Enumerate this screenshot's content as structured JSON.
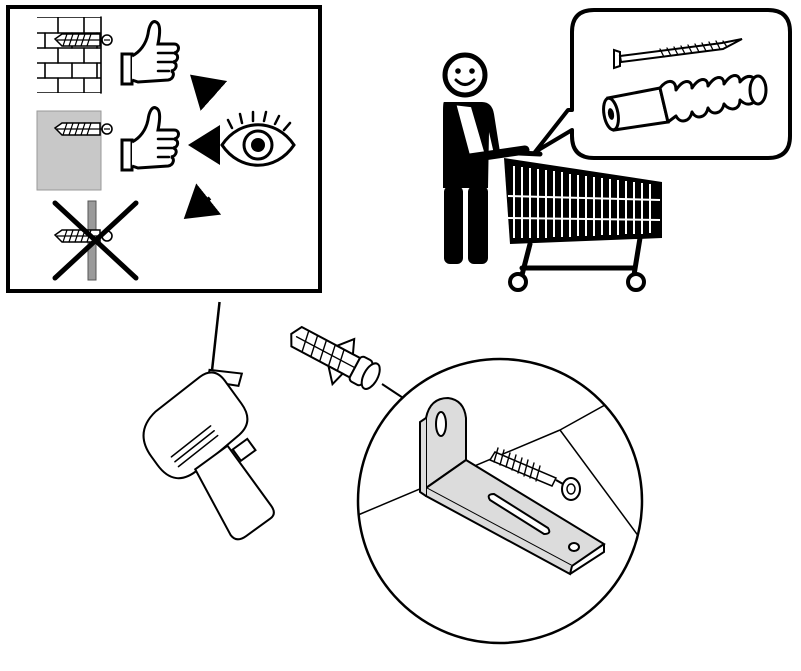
{
  "illustration": {
    "colors": {
      "ink": "#000000",
      "paper": "#ffffff",
      "plasterboard": "#c8c8c8",
      "metal": "#dcdcdc",
      "wall_stud": "#9a9a9a"
    },
    "panels": [
      {
        "name": "wall-suitability-panel",
        "rows": [
          {
            "wall": "brick-wall-icon",
            "verdict": "thumbs-up-icon"
          },
          {
            "wall": "plasterboard-wall-icon",
            "verdict": "thumbs-up-icon"
          },
          {
            "wall": "thin-partition-icon",
            "verdict": "cross-out-icon"
          }
        ],
        "inspector": "eye-icon"
      },
      {
        "name": "shopping-panel",
        "figure": "person-icon",
        "cart": "shopping-cart-icon",
        "bubble_items": [
          "screw-icon",
          "wall-plug-icon"
        ]
      },
      {
        "name": "installation-panel",
        "tool": "drill-icon",
        "items": [
          "wall-plug-icon",
          "angle-bracket-icon",
          "screw-icon"
        ],
        "detail": "magnifier-circle"
      }
    ]
  }
}
